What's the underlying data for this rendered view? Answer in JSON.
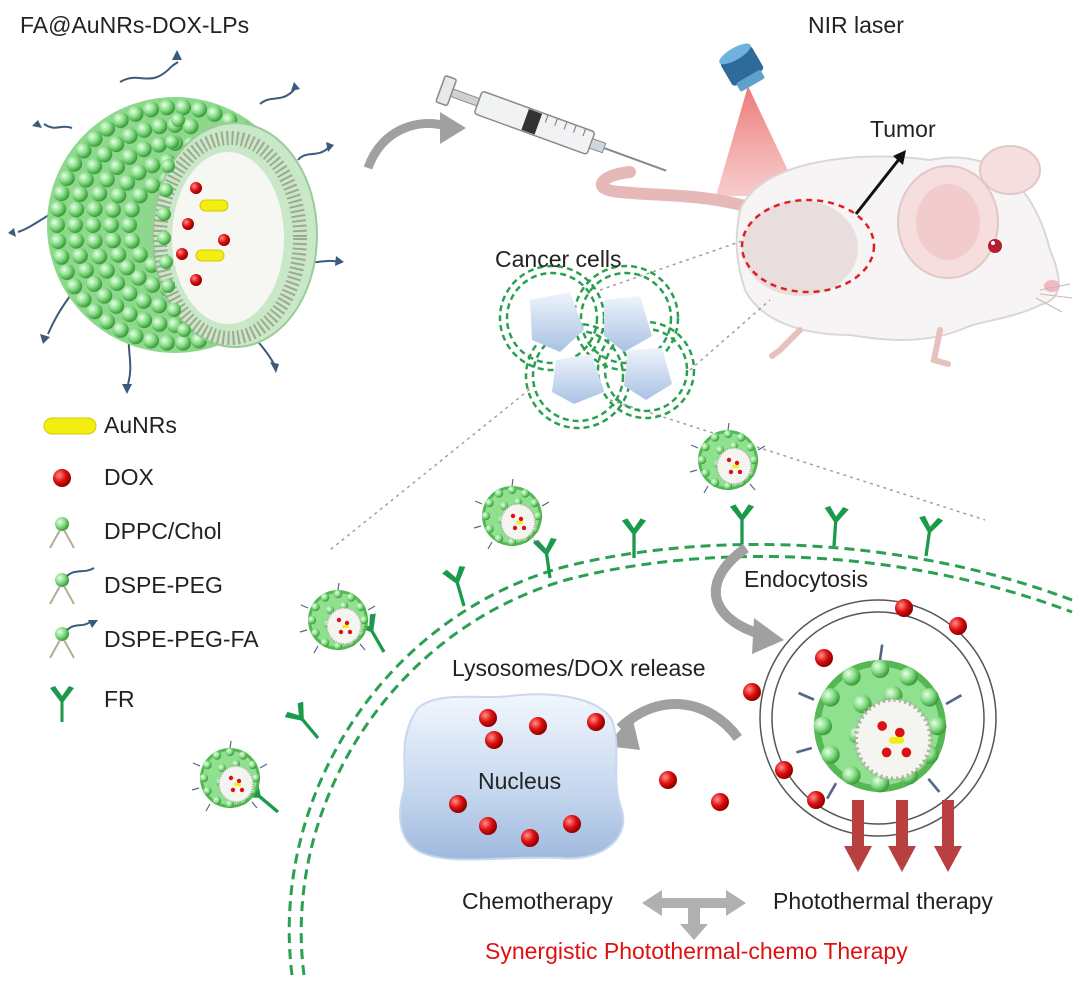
{
  "title": "FA@AuNRs-DOX-LPs",
  "labels": {
    "nir_laser": "NIR laser",
    "tumor": "Tumor",
    "cancer_cells": "Cancer cells",
    "endocytosis": "Endocytosis",
    "lysosomes": "Lysosomes/DOX release",
    "nucleus": "Nucleus",
    "chemotherapy": "Chemotherapy",
    "photothermal": "Photothermal therapy",
    "synergistic": "Synergistic Photothermal-chemo Therapy"
  },
  "legend": [
    {
      "label": "AuNRs",
      "icon": "gold-nanorod-icon"
    },
    {
      "label": "DOX",
      "icon": "dox-molecule-icon"
    },
    {
      "label": "DPPC/Chol",
      "icon": "lipid-icon"
    },
    {
      "label": "DSPE-PEG",
      "icon": "peg-lipid-icon"
    },
    {
      "label": "DSPE-PEG-FA",
      "icon": "fa-peg-lipid-icon"
    },
    {
      "label": "FR",
      "icon": "folate-receptor-icon"
    }
  ],
  "colors": {
    "liposome": "#7fdc7f",
    "dox": "#dd1111",
    "aunr": "#f2ee10",
    "receptor": "#1a9a4a",
    "membrane": "#2aa050",
    "laser": "#e05050",
    "arrow": "#a0a0a0",
    "heat_arrow": "#b84040",
    "highlight_text": "#e01010"
  }
}
